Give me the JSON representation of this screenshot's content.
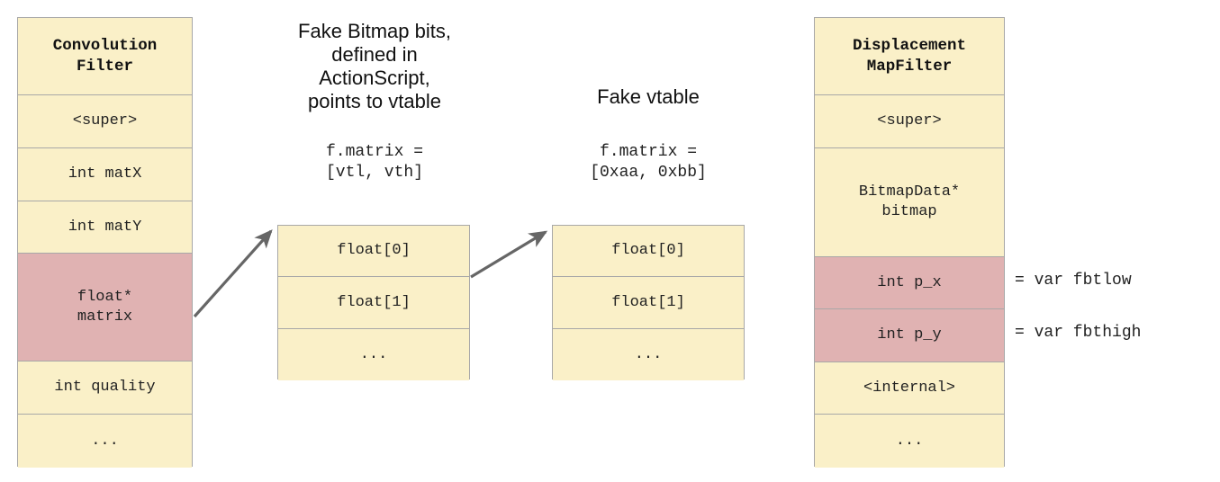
{
  "diagram": {
    "title": "Flash filter object memory layout exploit diagram",
    "colors": {
      "box_fill": "#faf0c8",
      "highlight_fill": "#e0b2b2",
      "border": "#a8a8a8",
      "arrow": "#666666",
      "text": "#222222"
    }
  },
  "convolution_filter": {
    "header": "Convolution\nFilter",
    "rows": [
      {
        "label": "<super>",
        "highlight": false
      },
      {
        "label": "int matX",
        "highlight": false
      },
      {
        "label": "int matY",
        "highlight": false
      },
      {
        "label": "float*\nmatrix",
        "highlight": true
      },
      {
        "label": "int quality",
        "highlight": false
      },
      {
        "label": "...",
        "highlight": false
      }
    ]
  },
  "fake_bitmap": {
    "caption": "Fake Bitmap bits,\ndefined in\nActionScript,\npoints to vtable",
    "code": "f.matrix =\n[vtl, vth]",
    "rows": [
      {
        "label": "float[0]"
      },
      {
        "label": "float[1]"
      },
      {
        "label": "..."
      }
    ]
  },
  "fake_vtable": {
    "caption": "Fake vtable",
    "code": "f.matrix =\n[0xaa, 0xbb]",
    "rows": [
      {
        "label": "float[0]"
      },
      {
        "label": "float[1]"
      },
      {
        "label": "..."
      }
    ]
  },
  "displacement_map_filter": {
    "header": "Displacement\nMapFilter",
    "rows": [
      {
        "label": "<super>",
        "highlight": false,
        "note": ""
      },
      {
        "label": "BitmapData*\nbitmap",
        "highlight": false,
        "note": ""
      },
      {
        "label": "int p_x",
        "highlight": true,
        "note": "= var fbtlow"
      },
      {
        "label": "int p_y",
        "highlight": true,
        "note": "= var fbthigh"
      },
      {
        "label": "<internal>",
        "highlight": false,
        "note": ""
      },
      {
        "label": "...",
        "highlight": false,
        "note": ""
      }
    ]
  },
  "annotations": {
    "fbtlow": "= var fbtlow",
    "fbthigh": "= var fbthigh"
  }
}
